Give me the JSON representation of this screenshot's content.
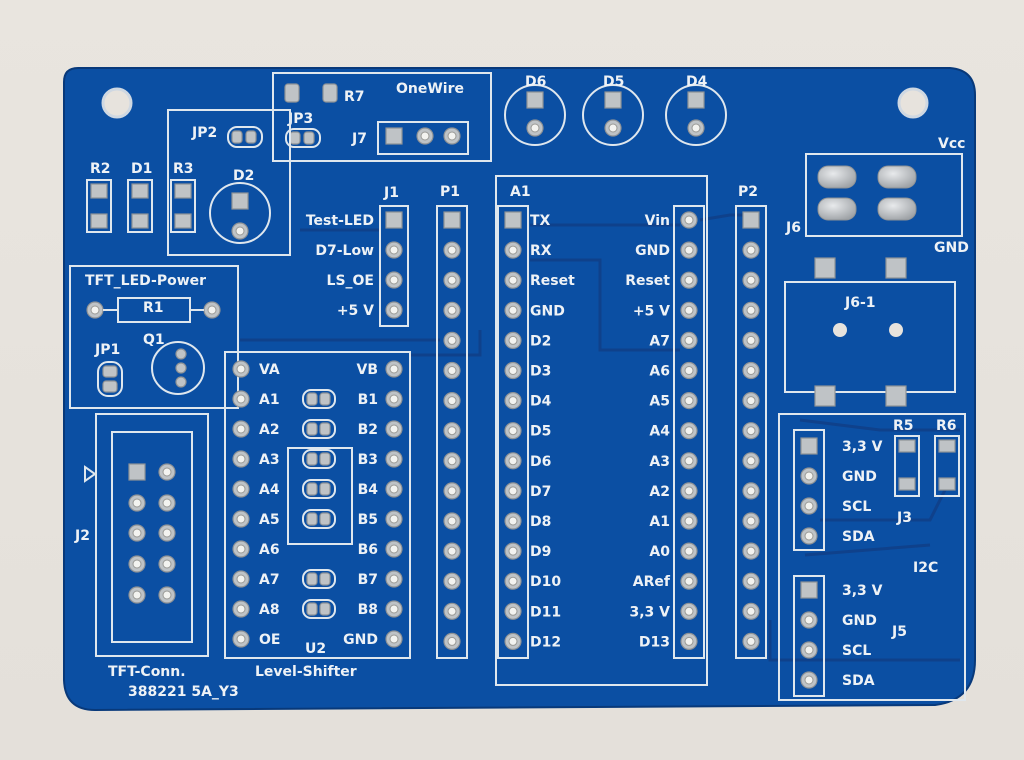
{
  "board": {
    "colors": {
      "background": "#e6e2dc",
      "board": "#0b4fa3",
      "silk": "#eef2f6",
      "pad": "#bfc3c6",
      "trace": "#0f3f88"
    },
    "labels": {
      "r7": "R7",
      "onewire": "OneWire",
      "jp3": "JP3",
      "j7": "J7",
      "d6": "D6",
      "d5": "D5",
      "d4": "D4",
      "jp2": "JP2",
      "r2": "R2",
      "d1": "D1",
      "r3": "R3",
      "d2": "D2",
      "j1": "J1",
      "p1": "P1",
      "a1": "A1",
      "p2": "P2",
      "vcc": "Vcc",
      "gnd_right": "GND",
      "j6": "J6",
      "j6_1": "J6-1",
      "tft_led_power": "TFT_LED-Power",
      "r1": "R1",
      "q1": "Q1",
      "jp1": "JP1",
      "j2": "J2",
      "tft_conn": "TFT-Conn.",
      "serial": "388221 5A_Y3",
      "u2": "U2",
      "level_shifter": "Level-Shifter",
      "r5": "R5",
      "r6": "R6",
      "j3": "J3",
      "i2c": "I2C",
      "j5": "J5"
    },
    "j1_pins": [
      "Test-LED",
      "D7-Low",
      "LS_OE",
      "+5 V"
    ],
    "a1_left": [
      "TX",
      "RX",
      "Reset",
      "GND",
      "D2",
      "D3",
      "D4",
      "D5",
      "D6",
      "D7",
      "D8",
      "D9",
      "D10",
      "D11",
      "D12"
    ],
    "a1_right": [
      "Vin",
      "GND",
      "Reset",
      "+5 V",
      "A7",
      "A6",
      "A5",
      "A4",
      "A3",
      "A2",
      "A1",
      "A0",
      "ARef",
      "3,3 V",
      "D13"
    ],
    "u2_left": [
      "VA",
      "A1",
      "A2",
      "A3",
      "A4",
      "A5",
      "A6",
      "A7",
      "A8",
      "OE"
    ],
    "u2_right": [
      "VB",
      "B1",
      "B2",
      "B3",
      "B4",
      "B5",
      "B6",
      "B7",
      "B8",
      "GND"
    ],
    "j3_pins": [
      "3,3 V",
      "GND",
      "SCL",
      "SDA"
    ],
    "j5_pins": [
      "3,3 V",
      "GND",
      "SCL",
      "SDA"
    ]
  }
}
